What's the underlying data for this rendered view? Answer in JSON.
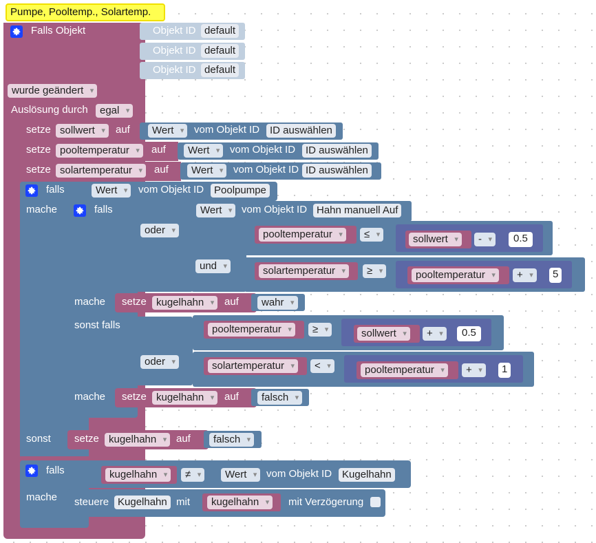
{
  "comment": "Pumpe, Pooltemp., Solartemp.",
  "trigger": {
    "header_label": "Falls Objekt",
    "object_id_label": "Objekt ID",
    "object_ids": [
      "default",
      "default",
      "default"
    ],
    "change_dropdown": "wurde geändert",
    "trigger_by_label": "Auslösung durch",
    "trigger_by_value": "egal"
  },
  "keywords": {
    "set": "setze",
    "on": "auf",
    "if": "falls",
    "do": "mache",
    "else": "sonst",
    "else_if": "sonst falls",
    "from_object_id": "vom Objekt ID",
    "control": "steuere",
    "with": "mit",
    "with_delay": "mit Verzögerung"
  },
  "assignments": [
    {
      "variable": "sollwert",
      "source": "Wert",
      "object_id": "ID auswählen"
    },
    {
      "variable": "pooltemperatur",
      "source": "Wert",
      "object_id": "ID auswählen"
    },
    {
      "variable": "solartemperatur",
      "source": "Wert",
      "object_id": "ID auswählen"
    }
  ],
  "outer_if": {
    "source": "Wert",
    "object_id": "Poolpumpe"
  },
  "inner_if": {
    "source": "Wert",
    "object_id": "Hahn manuell Auf",
    "or_label": "oder",
    "and_label": "und",
    "cond1": {
      "left": "pooltemperatur",
      "op": "≤",
      "right_var": "sollwert",
      "math_op": "-",
      "number": "0.5"
    },
    "cond2": {
      "left": "solartemperatur",
      "op": "≥",
      "right_var": "pooltemperatur",
      "math_op": "+",
      "number": "5"
    },
    "do_set": {
      "variable": "kugelhahn",
      "value": "wahr"
    }
  },
  "else_if": {
    "or_label": "oder",
    "cond1": {
      "left": "pooltemperatur",
      "op": "≥",
      "right_var": "sollwert",
      "math_op": "+",
      "number": "0.5"
    },
    "cond2": {
      "left": "solartemperatur",
      "op": "<",
      "right_var": "pooltemperatur",
      "math_op": "+",
      "number": "1"
    },
    "do_set": {
      "variable": "kugelhahn",
      "value": "falsch"
    }
  },
  "else_set": {
    "variable": "kugelhahn",
    "value": "falsch"
  },
  "last_if": {
    "variable": "kugelhahn",
    "op": "≠",
    "source": "Wert",
    "object_id": "Kugelhahn"
  },
  "control": {
    "object": "Kugelhahn",
    "variable": "kugelhahn"
  }
}
